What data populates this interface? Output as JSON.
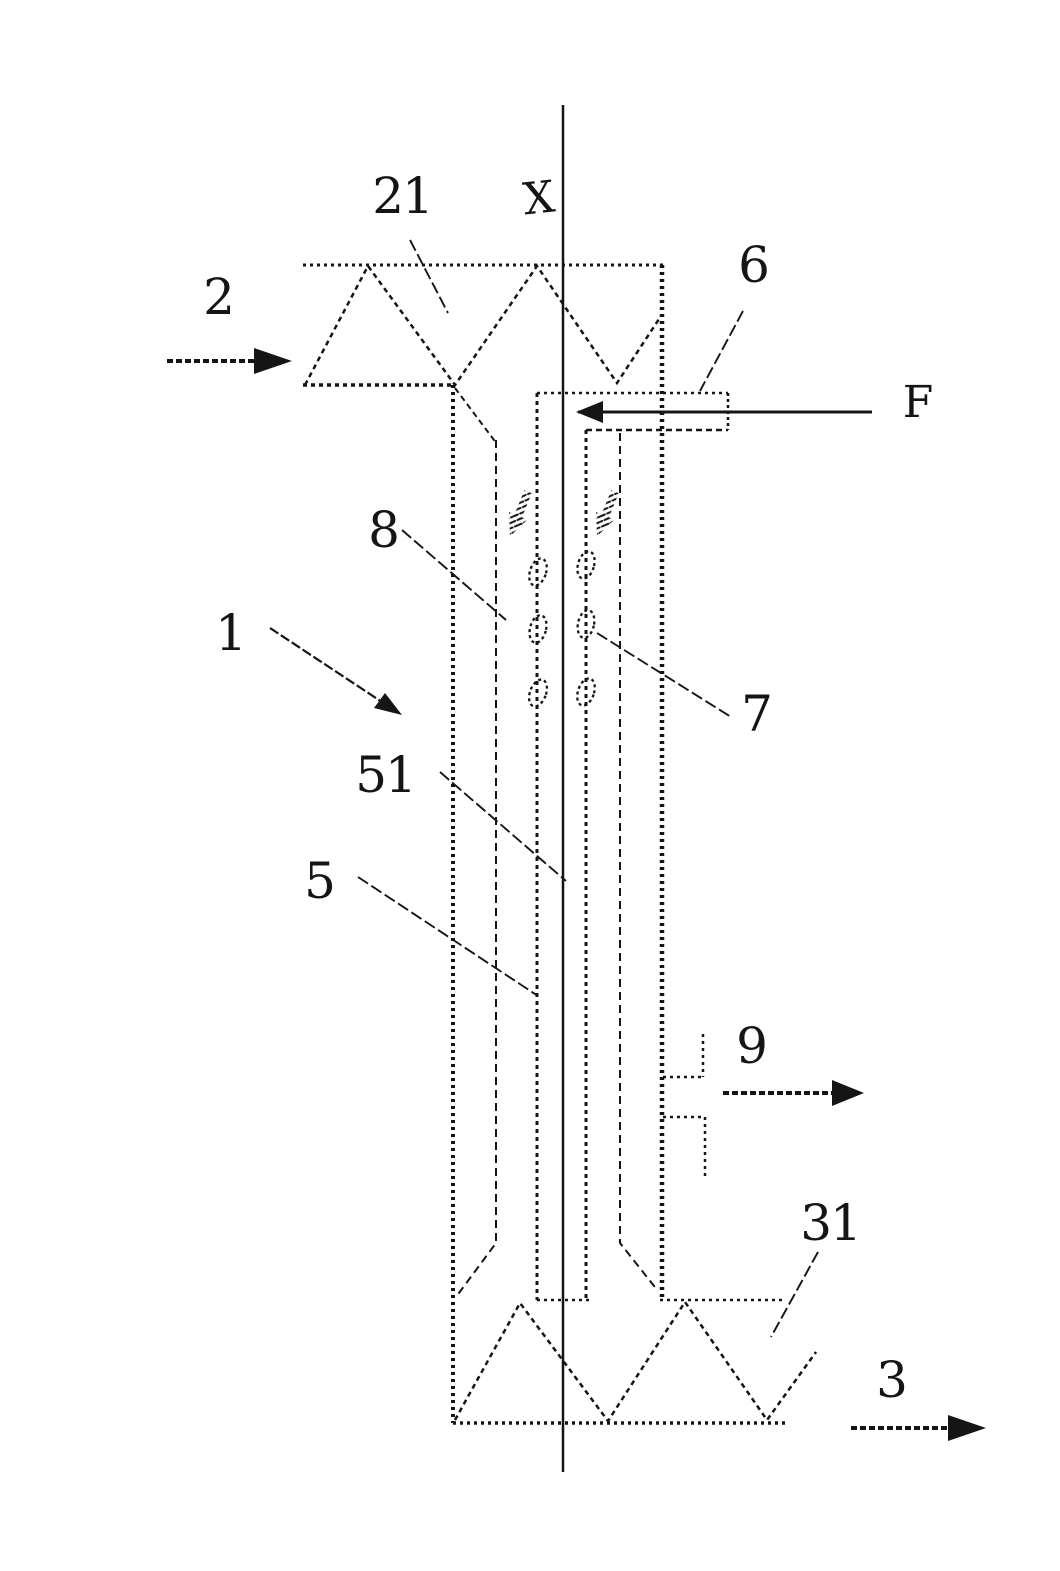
{
  "figure": {
    "kind": "patent-line-drawing",
    "background_color": "#ffffff",
    "ink_color": "#151515"
  },
  "labels": {
    "l21": {
      "text": "21"
    },
    "lx": {
      "text": "X"
    },
    "l2": {
      "text": "2"
    },
    "l6": {
      "text": "6"
    },
    "lf": {
      "text": "F"
    },
    "l8": {
      "text": "8"
    },
    "l1": {
      "text": "1"
    },
    "l7": {
      "text": "7"
    },
    "l51": {
      "text": "51"
    },
    "l5": {
      "text": "5"
    },
    "l9": {
      "text": "9"
    },
    "l31": {
      "text": "31"
    },
    "l3": {
      "text": "3"
    }
  }
}
